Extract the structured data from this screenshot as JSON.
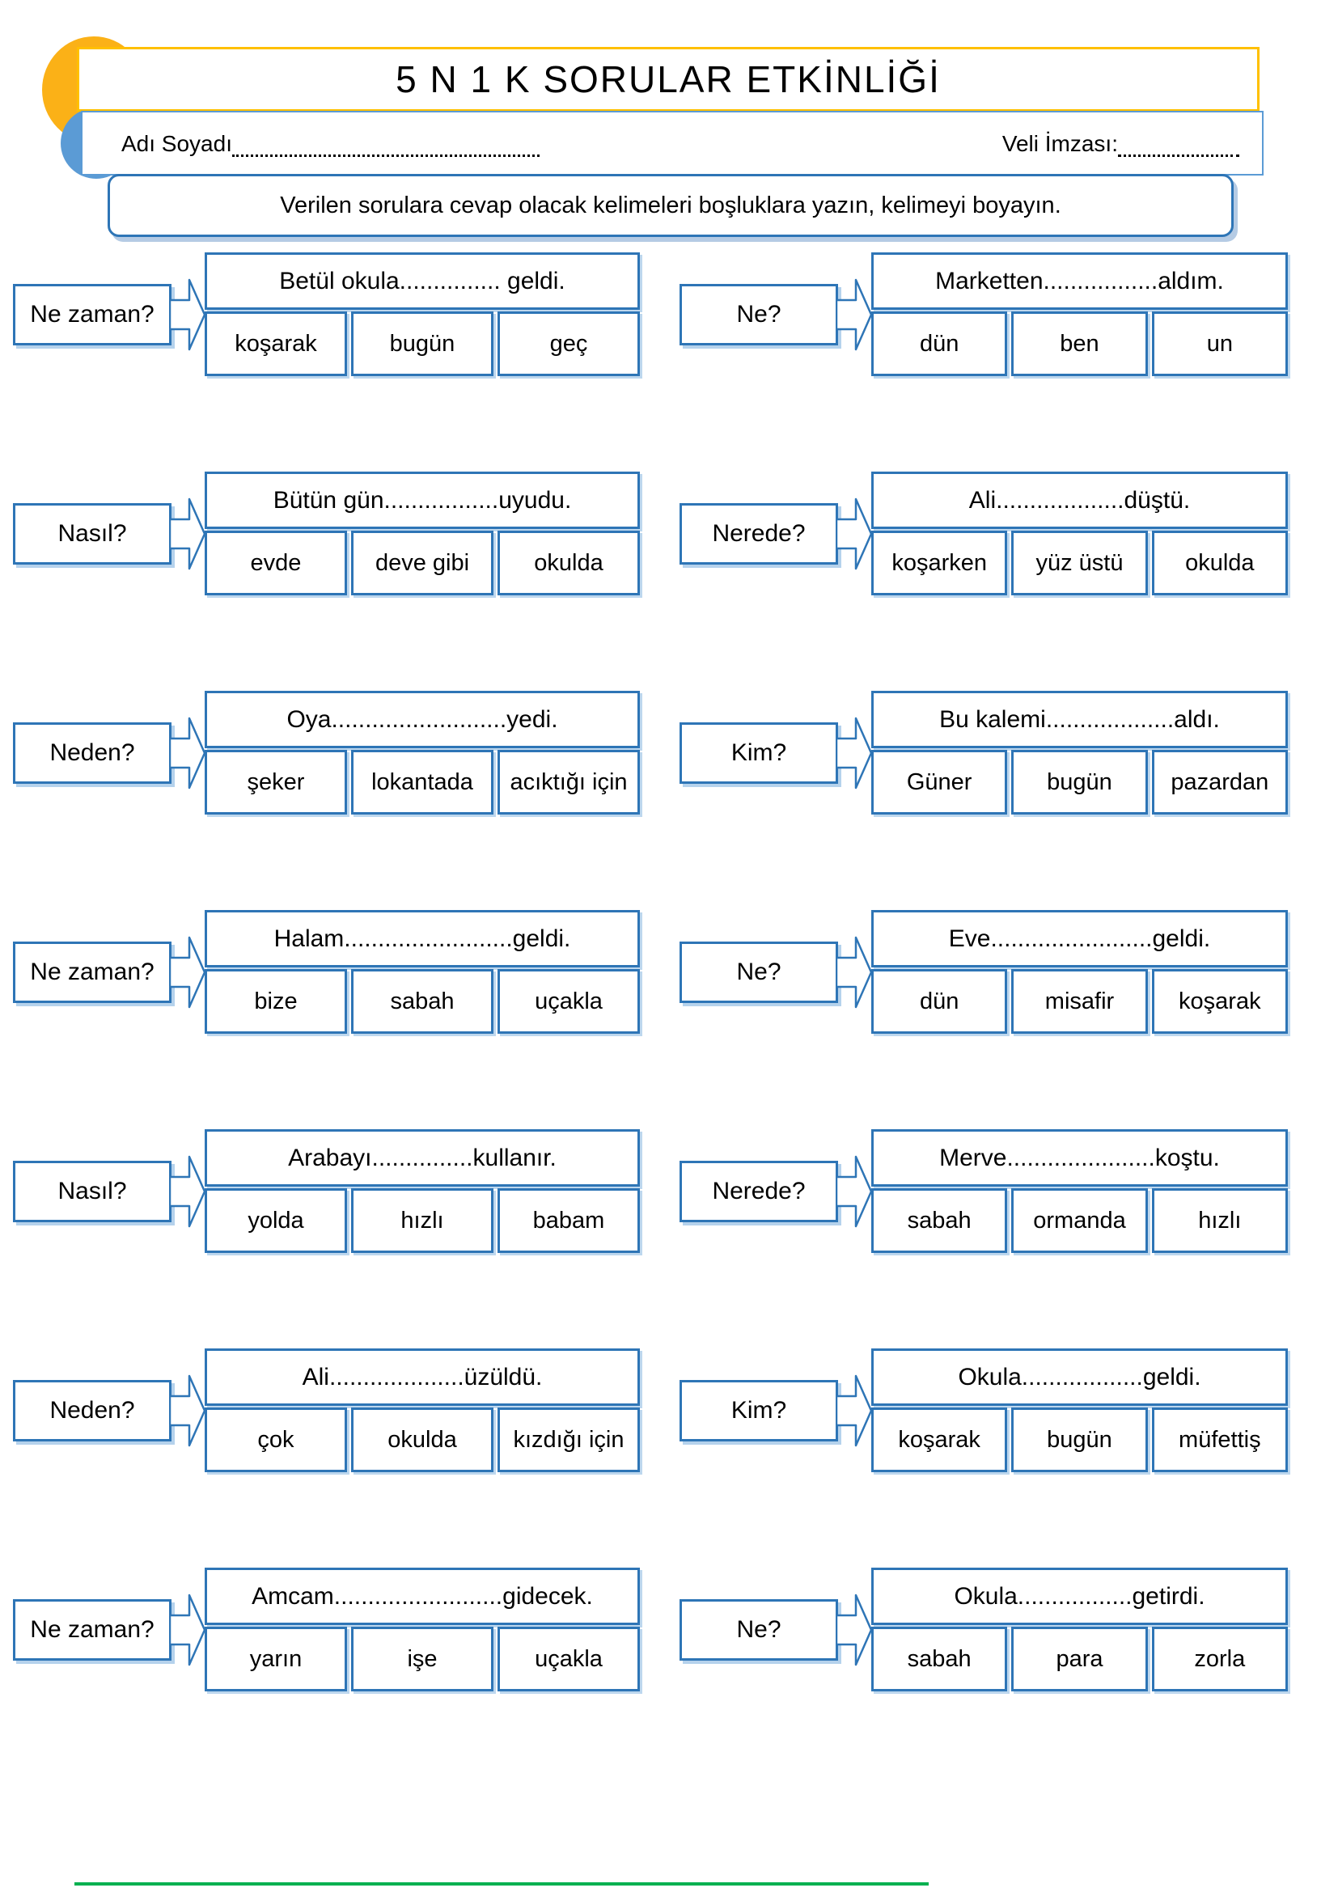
{
  "page": {
    "title": "5 N 1 K SORULAR ETKİNLİĞİ",
    "name_label": "Adı Soyadı",
    "signature_label": "Veli İmzası:",
    "instruction": "Verilen sorulara cevap olacak kelimeleri boşluklara yazın, kelimeyi boyayın."
  },
  "colors": {
    "accent_blue": "#2E75B6",
    "light_blue": "#5B9BD5",
    "gold": "#FFC000",
    "orange_circle": "#FBB117",
    "green_line": "#00B050"
  },
  "icons": {
    "arrow": "block-arrow-right"
  },
  "rows": [
    {
      "left": {
        "question": "Ne zaman?",
        "sentence": "Betül okula............... geldi.",
        "options": [
          "koşarak",
          "bugün",
          "geç"
        ]
      },
      "right": {
        "question": "Ne?",
        "sentence": "Marketten.................aldım.",
        "options": [
          "dün",
          "ben",
          "un"
        ]
      }
    },
    {
      "left": {
        "question": "Nasıl?",
        "sentence": "Bütün gün.................uyudu.",
        "options": [
          "evde",
          "deve gibi",
          "okulda"
        ]
      },
      "right": {
        "question": "Nerede?",
        "sentence": "Ali...................düştü.",
        "options": [
          "koşarken",
          "yüz üstü",
          "okulda"
        ]
      }
    },
    {
      "left": {
        "question": "Neden?",
        "sentence": "Oya..........................yedi.",
        "options": [
          "şeker",
          "lokantada",
          "acıktığı için"
        ]
      },
      "right": {
        "question": "Kim?",
        "sentence": "Bu kalemi...................aldı.",
        "options": [
          "Güner",
          "bugün",
          "pazardan"
        ]
      }
    },
    {
      "left": {
        "question": "Ne zaman?",
        "sentence": "Halam.........................geldi.",
        "options": [
          "bize",
          "sabah",
          "uçakla"
        ]
      },
      "right": {
        "question": "Ne?",
        "sentence": "Eve........................geldi.",
        "options": [
          "dün",
          "misafir",
          "koşarak"
        ]
      }
    },
    {
      "left": {
        "question": "Nasıl?",
        "sentence": "Arabayı...............kullanır.",
        "options": [
          "yolda",
          "hızlı",
          "babam"
        ]
      },
      "right": {
        "question": "Nerede?",
        "sentence": "Merve......................koştu.",
        "options": [
          "sabah",
          "ormanda",
          "hızlı"
        ]
      }
    },
    {
      "left": {
        "question": "Neden?",
        "sentence": "Ali....................üzüldü.",
        "options": [
          "çok",
          "okulda",
          "kızdığı için"
        ]
      },
      "right": {
        "question": "Kim?",
        "sentence": "Okula..................geldi.",
        "options": [
          "koşarak",
          "bugün",
          "müfettiş"
        ]
      }
    },
    {
      "left": {
        "question": "Ne zaman?",
        "sentence": "Amcam.........................gidecek.",
        "options": [
          "yarın",
          "işe",
          "uçakla"
        ]
      },
      "right": {
        "question": "Ne?",
        "sentence": "Okula.................getirdi.",
        "options": [
          "sabah",
          "para",
          "zorla"
        ]
      }
    }
  ]
}
